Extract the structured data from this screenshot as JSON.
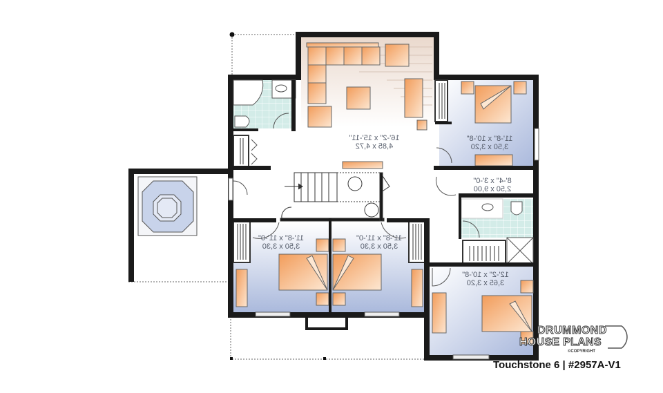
{
  "title": "Touchstone 6 | #2957A-V1",
  "brand": {
    "line1": "DRUMMOND",
    "line2": "HOUSE PLANS",
    "copyright": "©COPYRIGHT"
  },
  "rooms": [
    {
      "id": "family-room",
      "imperial": "16'-2\" x 15'-11\"",
      "metric": "4,85 x 4,72"
    },
    {
      "id": "bedroom-ne",
      "imperial": "11'-8\" x 10'-8\"",
      "metric": "3,50 x 3,20"
    },
    {
      "id": "storage",
      "imperial": "8'-4\" x 3'-0\"",
      "metric": "2,50 x 9,00"
    },
    {
      "id": "bedroom-sw",
      "imperial": "11'-8\" x 11'-0\"",
      "metric": "3,50 x 3,30"
    },
    {
      "id": "bedroom-s",
      "imperial": "11'-8\" x 11'-0\"",
      "metric": "3,50 x 3,30"
    },
    {
      "id": "bedroom-se",
      "imperial": "12'-2\" x 10'-8\"",
      "metric": "3,65 x 3,20"
    }
  ],
  "colors": {
    "wall": "#1a1a1a",
    "bedroom_fill": "#b4c2e0",
    "furniture": "#f5b27a",
    "tile": "#cfe9e6",
    "floor_wood": "#e8d8cc"
  }
}
